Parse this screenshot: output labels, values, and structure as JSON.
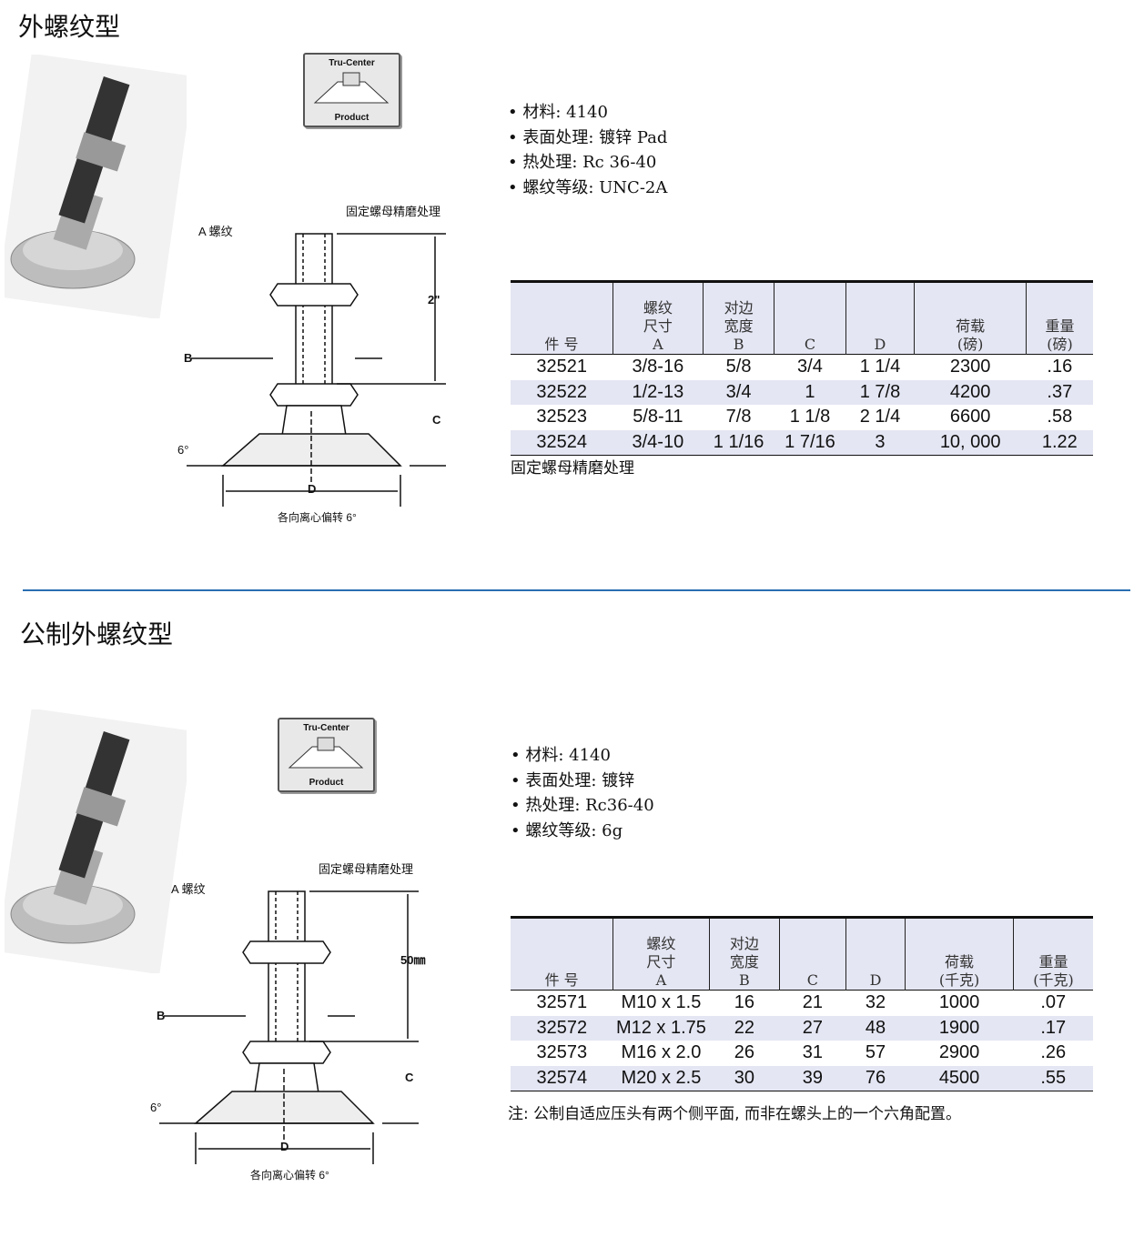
{
  "sections": [
    {
      "title": "外螺纹型",
      "logo": {
        "top": "Tru-Center",
        "bottom": "Product"
      },
      "specs": [
        "材料: 4140",
        "表面处理: 镀锌 Pad",
        "热处理: Rc 36-40",
        "螺纹等级: UNC-2A"
      ],
      "diagram": {
        "thread_label": "A 螺纹",
        "nut_label": "固定螺母精磨处理",
        "length_label": "2\"",
        "b": "B",
        "c": "C",
        "d": "D",
        "angle": "6°",
        "caption": "各向离心偏转 6°"
      },
      "table": {
        "headers": [
          [
            "件 号"
          ],
          [
            "螺纹",
            "尺寸",
            "A"
          ],
          [
            "对边",
            "宽度",
            "B"
          ],
          [
            "C"
          ],
          [
            "D"
          ],
          [
            "荷载",
            "(磅)"
          ],
          [
            "重量",
            "(磅)"
          ]
        ],
        "rows": [
          [
            "32521",
            "3/8-16",
            "5/8",
            "3/4",
            "1  1/4",
            "2300",
            ".16"
          ],
          [
            "32522",
            "1/2-13",
            "3/4",
            "1",
            "1  7/8",
            "4200",
            ".37"
          ],
          [
            "32523",
            "5/8-11",
            "7/8",
            "1  1/8",
            "2  1/4",
            "6600",
            ".58"
          ],
          [
            "32524",
            "3/4-10",
            "1  1/16",
            "1  7/16",
            "3",
            "10, 000",
            "1.22"
          ]
        ]
      },
      "note": "固定螺母精磨处理"
    },
    {
      "title": "公制外螺纹型",
      "logo": {
        "top": "Tru-Center",
        "bottom": "Product"
      },
      "specs": [
        "材料: 4140",
        "表面处理: 镀锌",
        "热处理: Rc36-40",
        "螺纹等级: 6g"
      ],
      "diagram": {
        "thread_label": "A 螺纹",
        "nut_label": "固定螺母精磨处理",
        "length_label": "50㎜",
        "b": "B",
        "c": "C",
        "d": "D",
        "angle": "6°",
        "caption": "各向离心偏转 6°"
      },
      "table": {
        "headers": [
          [
            "件 号"
          ],
          [
            "螺纹",
            "尺寸",
            "A"
          ],
          [
            "对边",
            "宽度",
            "B"
          ],
          [
            "C"
          ],
          [
            "D"
          ],
          [
            "荷载",
            "(千克)"
          ],
          [
            "重量",
            "(千克)"
          ]
        ],
        "rows": [
          [
            "32571",
            "M10 x 1.5",
            "16",
            "21",
            "32",
            "1000",
            ".07"
          ],
          [
            "32572",
            "M12 x 1.75",
            "22",
            "27",
            "48",
            "1900",
            ".17"
          ],
          [
            "32573",
            "M16 x 2.0",
            "26",
            "31",
            "57",
            "2900",
            ".26"
          ],
          [
            "32574",
            "M20 x 2.5",
            "30",
            "39",
            "76",
            "4500",
            ".55"
          ]
        ]
      },
      "note": "注: 公制自适应压头有两个侧平面, 而非在螺头上的一个六角配置。"
    }
  ]
}
